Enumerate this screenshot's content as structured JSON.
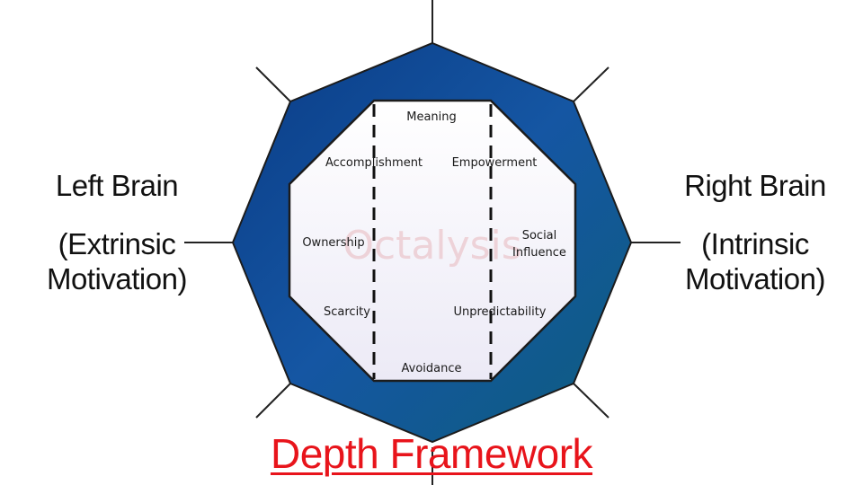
{
  "left": {
    "title": "Left Brain",
    "subtitle_line1": "(Extrinsic",
    "subtitle_line2": "Motivation)"
  },
  "right": {
    "title": "Right Brain",
    "subtitle_line1": "(Intrinsic",
    "subtitle_line2": "Motivation)"
  },
  "footer_title": "Depth Framework",
  "watermark": "Octalysis",
  "drives": {
    "meaning": "Meaning",
    "accomplishment": "Accomplishment",
    "empowerment": "Empowerment",
    "ownership": "Ownership",
    "social_influence_line1": "Social",
    "social_influence_line2": "Influence",
    "scarcity": "Scarcity",
    "unpredictability": "Unpredictability",
    "avoidance": "Avoidance"
  },
  "colors": {
    "octagon_dark": "#0b3f8a",
    "octagon_mid": "#165ca8",
    "octagon_teal": "#14647f",
    "title_red": "#e8141b"
  }
}
